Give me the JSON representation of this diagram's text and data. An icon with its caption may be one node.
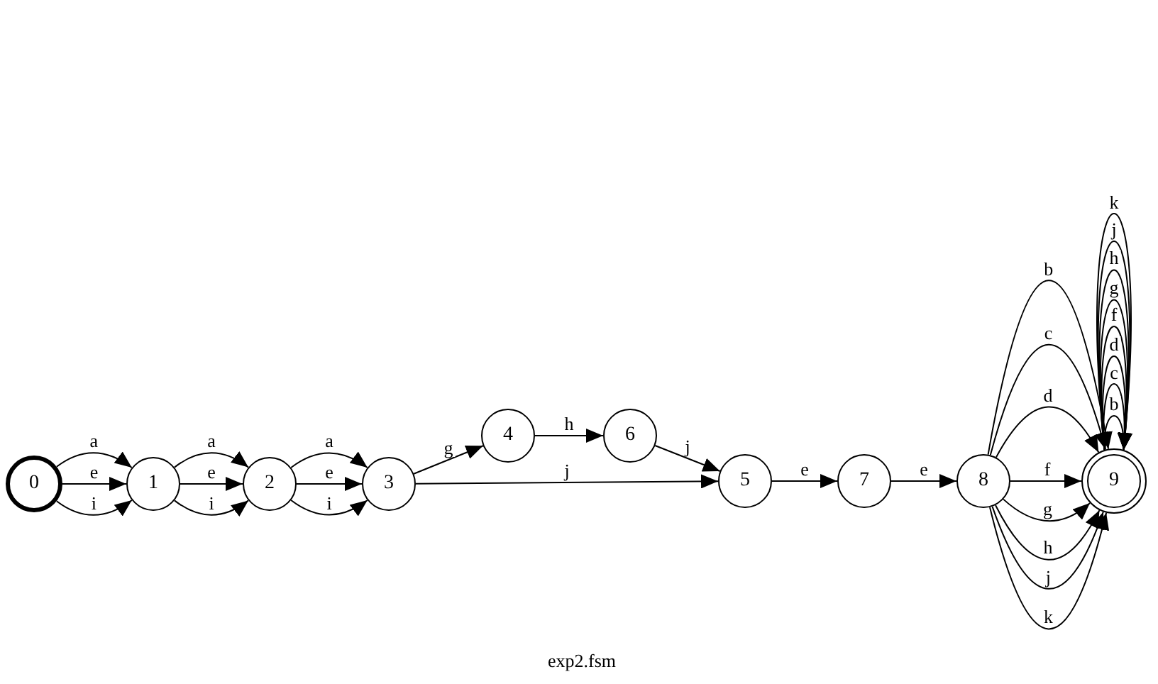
{
  "diagram": {
    "caption": "exp2.fsm",
    "nodes": [
      {
        "text": [
          "0"
        ]
      },
      {
        "text": [
          "1"
        ]
      },
      {
        "text": [
          "2"
        ]
      },
      {
        "text": [
          "3"
        ]
      },
      {
        "text": [
          "4"
        ]
      },
      {
        "text": [
          "6"
        ]
      },
      {
        "text": [
          "5"
        ]
      },
      {
        "text": [
          "7"
        ]
      },
      {
        "text": [
          "8"
        ]
      },
      {
        "text": [
          "9"
        ]
      }
    ],
    "edges": [
      {
        "from": 0,
        "to": 1,
        "arrow": "to",
        "label": "a"
      },
      {
        "from": 0,
        "to": 1,
        "arrow": "to",
        "label": "e"
      },
      {
        "from": 0,
        "to": 1,
        "arrow": "to",
        "label": "i"
      },
      {
        "from": 1,
        "to": 2,
        "arrow": "to",
        "label": "a"
      },
      {
        "from": 1,
        "to": 2,
        "arrow": "to",
        "label": "e"
      },
      {
        "from": 1,
        "to": 2,
        "arrow": "to",
        "label": "i"
      },
      {
        "from": 2,
        "to": 3,
        "arrow": "to",
        "label": "a"
      },
      {
        "from": 2,
        "to": 3,
        "arrow": "to",
        "label": "e"
      },
      {
        "from": 2,
        "to": 3,
        "arrow": "to",
        "label": "i"
      },
      {
        "from": 3,
        "to": 4,
        "arrow": "to",
        "label": "g"
      },
      {
        "from": 3,
        "to": 6,
        "arrow": "to",
        "label": "j"
      },
      {
        "from": 4,
        "to": 5,
        "arrow": "to",
        "label": "h"
      },
      {
        "from": 5,
        "to": 6,
        "arrow": "to",
        "label": "j"
      },
      {
        "from": 6,
        "to": 7,
        "arrow": "to",
        "label": "e"
      },
      {
        "from": 7,
        "to": 8,
        "arrow": "to",
        "label": "e"
      },
      {
        "from": 8,
        "to": 9,
        "arrow": "to",
        "label": "b"
      },
      {
        "from": 8,
        "to": 9,
        "arrow": "to",
        "label": "c"
      },
      {
        "from": 8,
        "to": 9,
        "arrow": "to",
        "label": "d"
      },
      {
        "from": 8,
        "to": 9,
        "arrow": "to",
        "label": "f"
      },
      {
        "from": 8,
        "to": 9,
        "arrow": "to",
        "label": "g"
      },
      {
        "from": 8,
        "to": 9,
        "arrow": "to",
        "label": "h"
      },
      {
        "from": 8,
        "to": 9,
        "arrow": "to",
        "label": "j"
      },
      {
        "from": 8,
        "to": 9,
        "arrow": "to",
        "label": "k"
      },
      {
        "from": 9,
        "to": 9,
        "arrow": "to",
        "label": "b"
      },
      {
        "from": 9,
        "to": 9,
        "arrow": "to",
        "label": "c"
      },
      {
        "from": 9,
        "to": 9,
        "arrow": "to",
        "label": "d"
      },
      {
        "from": 9,
        "to": 9,
        "arrow": "to",
        "label": "f"
      },
      {
        "from": 9,
        "to": 9,
        "arrow": "to",
        "label": "g"
      },
      {
        "from": 9,
        "to": 9,
        "arrow": "to",
        "label": "h"
      },
      {
        "from": 9,
        "to": 9,
        "arrow": "to",
        "label": "j"
      },
      {
        "from": 9,
        "to": 9,
        "arrow": "to",
        "label": "k"
      }
    ]
  }
}
